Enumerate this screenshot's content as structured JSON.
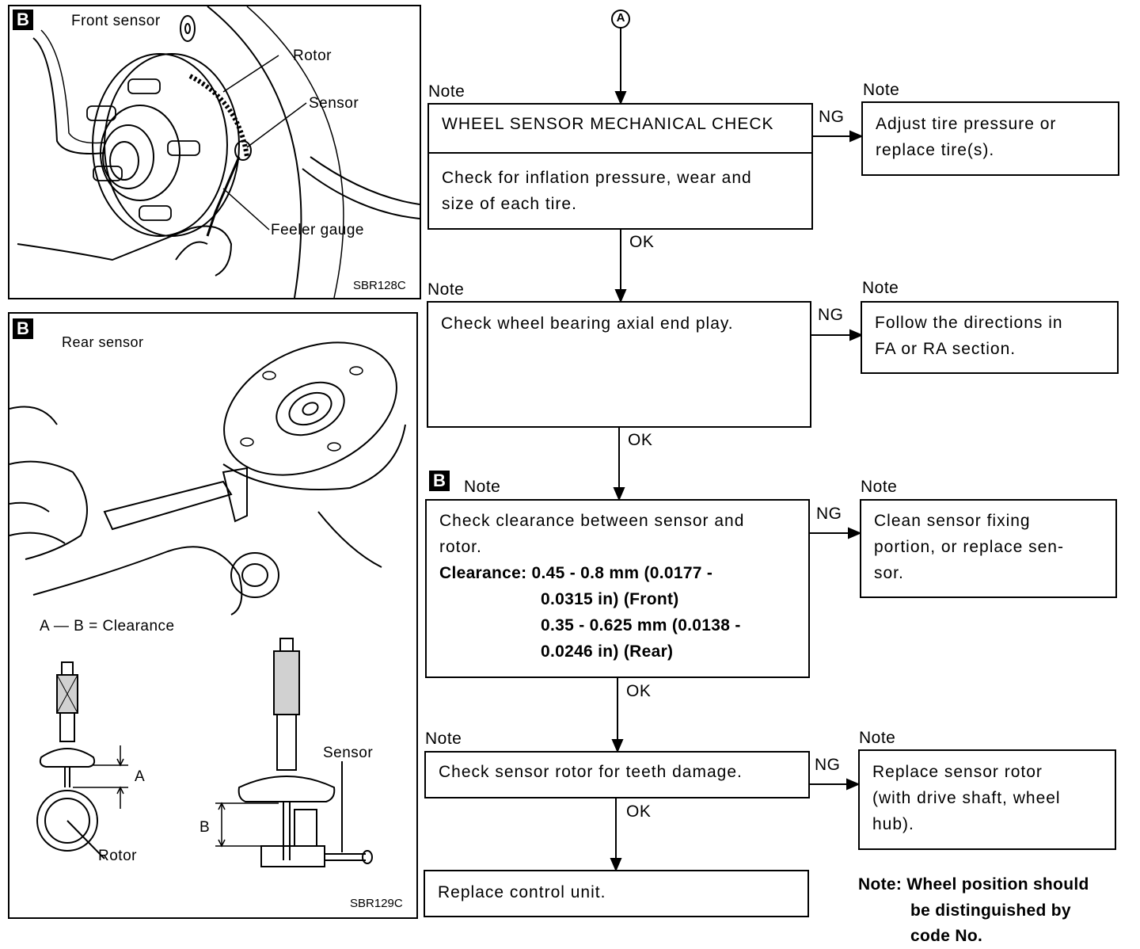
{
  "front_panel": {
    "badge": "B",
    "title": "Front sensor",
    "labels": {
      "rotor": "Rotor",
      "sensor": "Sensor",
      "feeler_gauge": "Feeler gauge"
    },
    "code": "SBR128C"
  },
  "rear_panel": {
    "badge": "B",
    "title": "Rear sensor",
    "equation": "A — B = Clearance",
    "labels": {
      "a": "A",
      "b": "B",
      "rotor": "Rotor",
      "sensor": "Sensor"
    },
    "code": "SBR129C"
  },
  "flowchart": {
    "start_connector": "A",
    "note_label": "Note",
    "ng_label": "NG",
    "ok_label": "OK",
    "step1": {
      "title": "WHEEL SENSOR MECHANICAL CHECK",
      "line1": "Check for inflation pressure, wear and",
      "line2": "size of each tire.",
      "ng_line1": "Adjust tire pressure or",
      "ng_line2": "replace tire(s)."
    },
    "step2": {
      "line1": "Check wheel bearing axial end play.",
      "ng_line1": "Follow the directions in",
      "ng_line2": "FA or RA section."
    },
    "step3": {
      "badge": "B",
      "line1": "Check clearance between sensor and",
      "line2": "rotor.",
      "spec1": "Clearance: 0.45 - 0.8 mm (0.0177 -",
      "spec2": "0.0315 in) (Front)",
      "spec3": "0.35 - 0.625 mm (0.0138 -",
      "spec4": "0.0246 in) (Rear)",
      "ng_line1": "Clean sensor fixing",
      "ng_line2": "portion, or replace sen-",
      "ng_line3": "sor."
    },
    "step4": {
      "line1": "Check sensor rotor for teeth damage.",
      "ng_line1": "Replace sensor rotor",
      "ng_line2": "(with drive shaft, wheel",
      "ng_line3": "hub)."
    },
    "final": "Replace control unit.",
    "footnote": {
      "line1": "Note: Wheel position should",
      "line2": "be distinguished by",
      "line3": "code No."
    }
  }
}
